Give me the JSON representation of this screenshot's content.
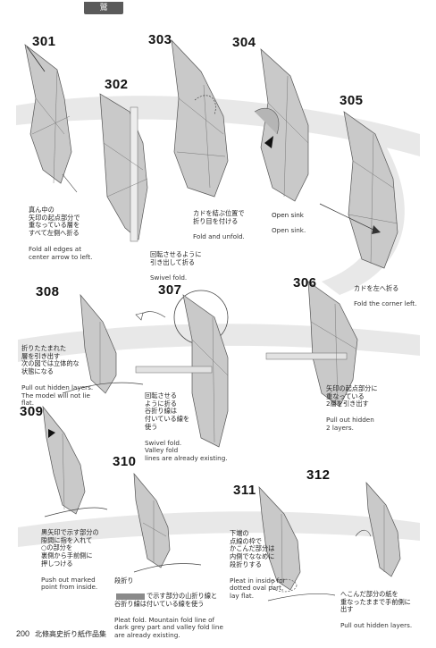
{
  "header": {
    "tab_label": "鷲"
  },
  "steps": {
    "s301": {
      "number": "301",
      "jp": "真ん中の\n矢印の起点部分で\n重なっている層を\nすべて左側へ折る",
      "en": "Fold all edges at\ncenter arrow to left."
    },
    "s302": {
      "number": "302",
      "jp": "回転させるように\n引き出して折る",
      "en": "Swivel fold."
    },
    "s303": {
      "number": "303",
      "jp": "カドを結ぶ位置で\n折り目を付ける",
      "en": "Fold and unfold."
    },
    "s304": {
      "number": "304",
      "jp": "Open sink",
      "en": "Open sink."
    },
    "s305": {
      "number": "305",
      "jp": "カドを左へ折る",
      "en": "Fold the corner left."
    },
    "s306": {
      "number": "306",
      "jp": "矢印の起点部分に\n重なっている\n2層を引き出す",
      "en": "Pull out hidden\n2 layers."
    },
    "s307": {
      "number": "307",
      "jp": "回転させる\nように折る\n谷折り線は\n付いている線を\n使う",
      "en": "Swivel fold.\nValley fold\nlines are already existing."
    },
    "s308": {
      "number": "308",
      "jp": "折りたたまれた\n層を引き出す\n次の図では立体的な\n状態になる",
      "en": "Pull out hidden layers.\nThe model will not lie\nflat."
    },
    "s309": {
      "number": "309",
      "jp": "黒矢印で示す部分の\n隙間に指を入れて\n○の部分を\n裏側から手前側に\n押しつける",
      "en": "Push out marked\npoint from inside."
    },
    "s310": {
      "number": "310",
      "jp_pre": "段折り",
      "jp_post": "で示す部分の山折り線と\n谷折り線は付いている線を使う",
      "en": "Pleat fold. Mountain fold line of\ndark grey part and valley fold line\nare already existing."
    },
    "s311": {
      "number": "311",
      "jp": "下端の\n点線の枠で\nかこんだ部分は\n内側でななめに\n段折りする",
      "en": "Pleat in inside for\ndotted oval part,\nlay flat."
    },
    "s312": {
      "number": "312",
      "jp": "へこんだ部分の紙を\n重なったままで手前側に\n出す",
      "en": "Pull out hidden layers."
    }
  },
  "footer": {
    "page_number": "200",
    "book_title": "北條高史折り紙作品集"
  },
  "colors": {
    "paper_fill": "#c9c9c9",
    "paper_dark": "#9a9a9a",
    "swoosh": "#e6e6e6",
    "tab": "#5a5a5a"
  }
}
